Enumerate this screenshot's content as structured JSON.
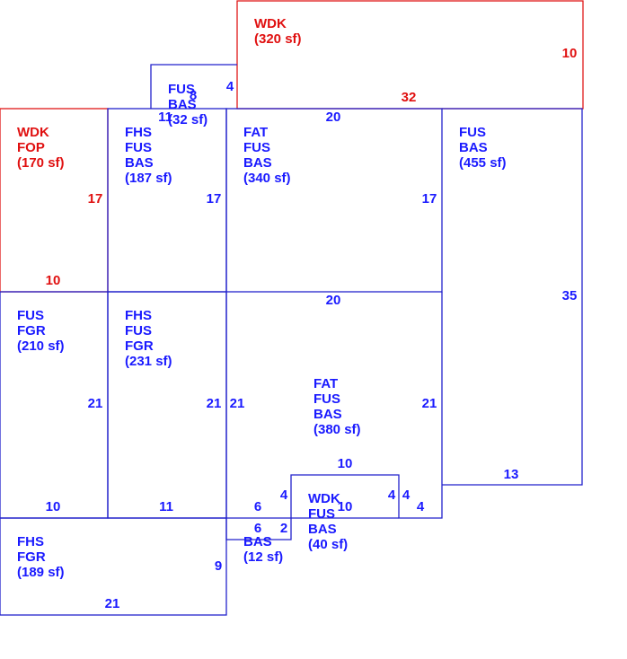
{
  "colors": {
    "main": "#1a1aff",
    "highlight": "#e01010"
  },
  "areas": [
    {
      "id": "wdk-top",
      "color": "red",
      "lines": [
        "WDK",
        "(320 sf)"
      ]
    },
    {
      "id": "fus-bas-small",
      "color": "blue",
      "lines": [
        "FUS",
        "BAS",
        "(32 sf)"
      ]
    },
    {
      "id": "wdk-fop",
      "color": "red",
      "lines": [
        "WDK",
        "FOP",
        "(170 sf)"
      ]
    },
    {
      "id": "fhs-fus-bas",
      "color": "blue",
      "lines": [
        "FHS",
        "FUS",
        "BAS",
        "(187 sf)"
      ]
    },
    {
      "id": "fat-fus-bas-upper",
      "color": "blue",
      "lines": [
        "FAT",
        "FUS",
        "BAS",
        "(340 sf)"
      ]
    },
    {
      "id": "fus-bas-right",
      "color": "blue",
      "lines": [
        "FUS",
        "BAS",
        "(455 sf)"
      ]
    },
    {
      "id": "fus-fgr",
      "color": "blue",
      "lines": [
        "FUS",
        "FGR",
        "(210 sf)"
      ]
    },
    {
      "id": "fhs-fus-fgr",
      "color": "blue",
      "lines": [
        "FHS",
        "FUS",
        "FGR",
        "(231 sf)"
      ]
    },
    {
      "id": "fat-fus-bas-lower",
      "color": "blue",
      "lines": [
        "FAT",
        "FUS",
        "BAS",
        "(380 sf)"
      ]
    },
    {
      "id": "wdk-fus-bas",
      "color": "blue",
      "lines": [
        "WDK",
        "FUS",
        "BAS",
        "(40 sf)"
      ]
    },
    {
      "id": "bas-small",
      "color": "blue",
      "lines": [
        "BAS",
        "(12 sf)"
      ]
    },
    {
      "id": "fhs-fgr",
      "color": "blue",
      "lines": [
        "FHS",
        "FGR",
        "(189 sf)"
      ]
    }
  ],
  "dimensions": [
    {
      "id": "wdk-top-right",
      "color": "red",
      "value": "10"
    },
    {
      "id": "wdk-top-bottom",
      "color": "red",
      "value": "32"
    },
    {
      "id": "fus-bas-small-side",
      "color": "blue",
      "value": "4"
    },
    {
      "id": "fus-bas-small-inner",
      "color": "blue",
      "value": "8"
    },
    {
      "id": "fus-bas-small-bottom",
      "color": "blue",
      "value": "11"
    },
    {
      "id": "fat-upper-top",
      "color": "blue",
      "value": "20"
    },
    {
      "id": "wdk-fop-right",
      "color": "red",
      "value": "17"
    },
    {
      "id": "wdk-fop-bottom",
      "color": "red",
      "value": "10"
    },
    {
      "id": "fhs-fus-bas-right",
      "color": "blue",
      "value": "17"
    },
    {
      "id": "fat-upper-right",
      "color": "blue",
      "value": "17"
    },
    {
      "id": "fus-bas-right-side",
      "color": "blue",
      "value": "35"
    },
    {
      "id": "fat-lower-top",
      "color": "blue",
      "value": "20"
    },
    {
      "id": "fus-fgr-right",
      "color": "blue",
      "value": "21"
    },
    {
      "id": "fhs-fus-fgr-right",
      "color": "blue",
      "value": "21"
    },
    {
      "id": "fat-lower-left",
      "color": "blue",
      "value": "21"
    },
    {
      "id": "fat-lower-right",
      "color": "blue",
      "value": "21"
    },
    {
      "id": "wdk-box-top",
      "color": "blue",
      "value": "10"
    },
    {
      "id": "fus-bas-right-bottom",
      "color": "blue",
      "value": "13"
    },
    {
      "id": "fus-fgr-bottom",
      "color": "blue",
      "value": "10"
    },
    {
      "id": "fhs-fus-fgr-bottom",
      "color": "blue",
      "value": "11"
    },
    {
      "id": "bas-small-top",
      "color": "blue",
      "value": "6"
    },
    {
      "id": "wdk-box-left",
      "color": "blue",
      "value": "4"
    },
    {
      "id": "wdk-box-bottom",
      "color": "blue",
      "value": "10"
    },
    {
      "id": "wdk-box-right",
      "color": "blue",
      "value": "4"
    },
    {
      "id": "notch-side",
      "color": "blue",
      "value": "4"
    },
    {
      "id": "notch-bottom",
      "color": "blue",
      "value": "4"
    },
    {
      "id": "bas-small-bottom",
      "color": "blue",
      "value": "6"
    },
    {
      "id": "bas-small-right",
      "color": "blue",
      "value": "2"
    },
    {
      "id": "fhs-fgr-right",
      "color": "blue",
      "value": "9"
    },
    {
      "id": "fhs-fgr-bottom",
      "color": "blue",
      "value": "21"
    }
  ]
}
